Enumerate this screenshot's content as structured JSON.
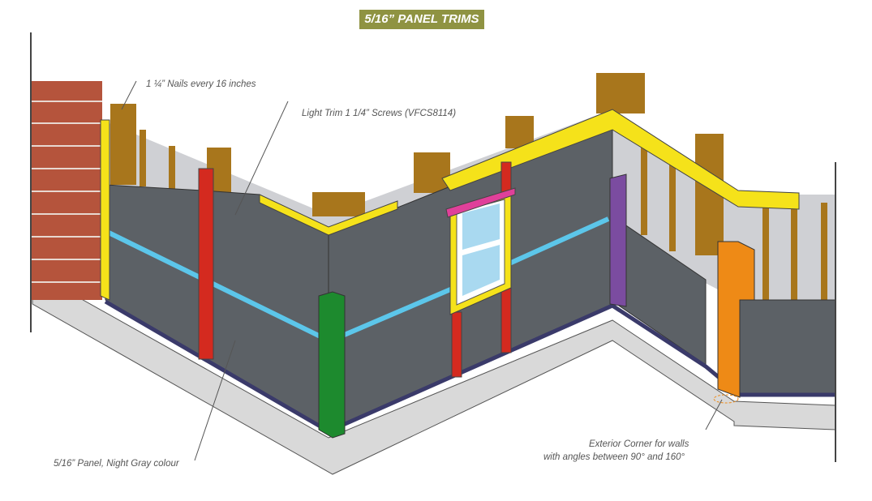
{
  "title": "5/16” PANEL TRIMS",
  "labels": {
    "nails": "1 ¼” Nails every 16 inches",
    "screws": "Light Trim 1 1/4” Screws (VFCS8114)",
    "panel": "5/16” Panel, Night Gray colour",
    "corner_line1": "Exterior Corner for walls",
    "corner_line2": "with angles between 90° and 160°"
  },
  "colors": {
    "panel": "#5c6166",
    "foundation": "#d9d9d9",
    "brick": "#b5543c",
    "stud": "#a8761c",
    "yellow_trim": "#f5e21a",
    "red_trim": "#d42a1f",
    "blue_trim": "#5cc6ea",
    "green_trim": "#1d8a2e",
    "purple_trim": "#7b4ca0",
    "orange_trim": "#ee8a16",
    "pink_trim": "#e0409a",
    "title_bg": "#8f9342"
  }
}
